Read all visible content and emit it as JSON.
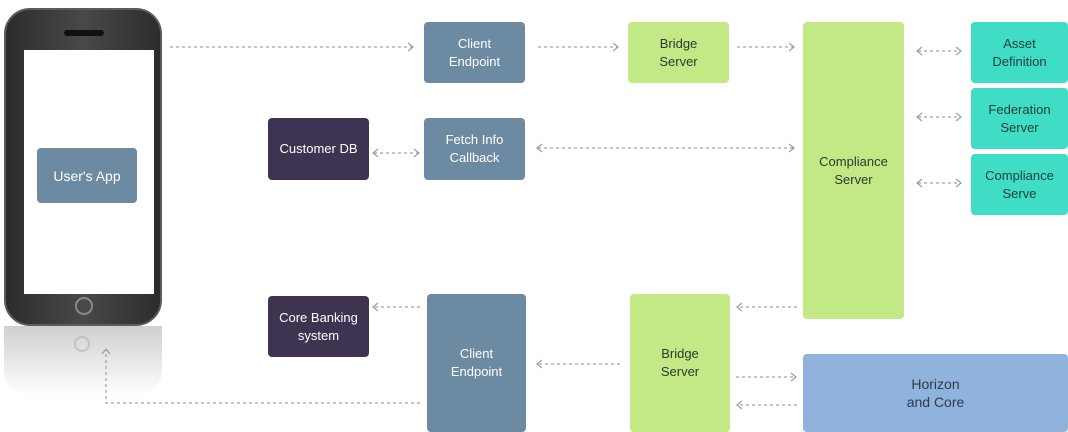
{
  "nodes": {
    "users_app": "User's App",
    "client_endpoint_top": "Client\nEndpoint",
    "bridge_server_top": "Bridge\nServer",
    "compliance_server": "Compliance\nServer",
    "asset_definition": "Asset\nDefinition",
    "federation_server": "Federation\nServer",
    "compliance_serve": "Compliance\nServe",
    "customer_db": "Customer DB",
    "fetch_info_callback": "Fetch Info\nCallback",
    "core_banking_system": "Core Banking\nsystem",
    "client_endpoint_bottom": "Client\nEndpoint",
    "bridge_server_bottom": "Bridge\nServer",
    "horizon_and_core": "Horizon\nand Core"
  },
  "colors": {
    "slate": "#6d8aa3",
    "lime": "#c2e985",
    "teal": "#3fddc6",
    "purple": "#3e3452",
    "blue": "#8fb3dc",
    "arrow": "#9aa3ab"
  }
}
